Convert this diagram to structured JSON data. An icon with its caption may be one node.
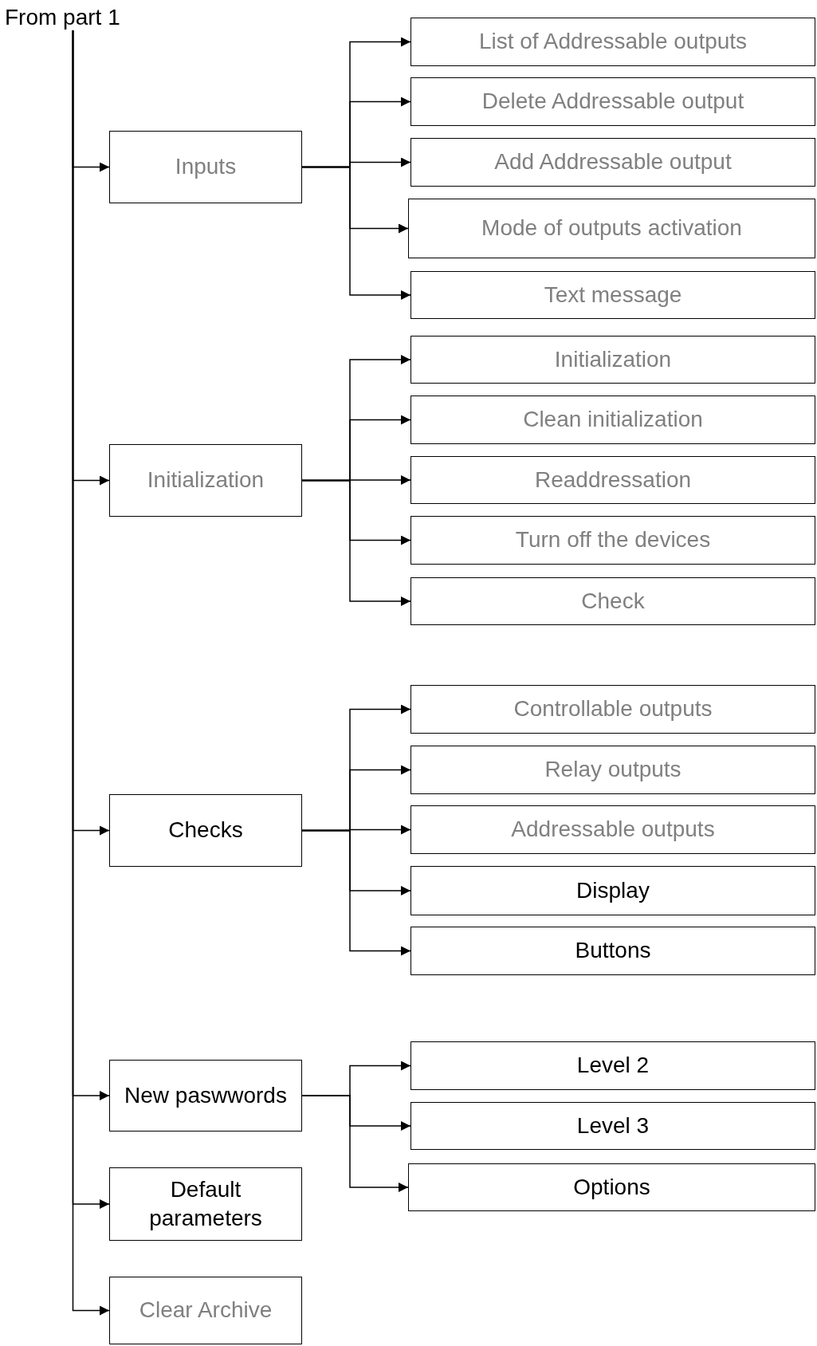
{
  "diagram": {
    "nodes": [
      {
        "text": [
          "From part 1"
        ]
      },
      {
        "text": [
          "Inputs"
        ]
      },
      {
        "text": [
          "List of Addressable outputs"
        ]
      },
      {
        "text": [
          "Delete Addressable output"
        ]
      },
      {
        "text": [
          "Add Addressable output"
        ]
      },
      {
        "text": [
          "Mode of outputs activation"
        ]
      },
      {
        "text": [
          "Text message"
        ]
      },
      {
        "text": [
          "Initialization"
        ]
      },
      {
        "text": [
          "Initialization"
        ]
      },
      {
        "text": [
          "Clean initialization"
        ]
      },
      {
        "text": [
          "Readdressation"
        ]
      },
      {
        "text": [
          "Turn off the devices"
        ]
      },
      {
        "text": [
          "Check"
        ]
      },
      {
        "text": [
          "Checks"
        ]
      },
      {
        "text": [
          "Controllable outputs"
        ]
      },
      {
        "text": [
          "Relay outputs"
        ]
      },
      {
        "text": [
          "Addressable outputs"
        ]
      },
      {
        "text": [
          "Display"
        ]
      },
      {
        "text": [
          "Buttons"
        ]
      },
      {
        "text": [
          "New paswwords"
        ]
      },
      {
        "text": [
          "Level 2"
        ]
      },
      {
        "text": [
          "Level 3"
        ]
      },
      {
        "text": [
          "Options"
        ]
      },
      {
        "text": [
          "Default parameters"
        ]
      },
      {
        "text": [
          "Clear Archive"
        ]
      }
    ],
    "edges": [
      {
        "from": 0,
        "to": 1,
        "arrow": "to"
      },
      {
        "from": 0,
        "to": 7,
        "arrow": "to"
      },
      {
        "from": 0,
        "to": 13,
        "arrow": "to"
      },
      {
        "from": 0,
        "to": 19,
        "arrow": "to"
      },
      {
        "from": 0,
        "to": 23,
        "arrow": "to"
      },
      {
        "from": 0,
        "to": 24,
        "arrow": "to"
      },
      {
        "from": 1,
        "to": 2,
        "arrow": "to"
      },
      {
        "from": 1,
        "to": 3,
        "arrow": "to"
      },
      {
        "from": 1,
        "to": 4,
        "arrow": "to"
      },
      {
        "from": 1,
        "to": 5,
        "arrow": "to"
      },
      {
        "from": 1,
        "to": 6,
        "arrow": "to"
      },
      {
        "from": 7,
        "to": 8,
        "arrow": "to"
      },
      {
        "from": 7,
        "to": 9,
        "arrow": "to"
      },
      {
        "from": 7,
        "to": 10,
        "arrow": "to"
      },
      {
        "from": 7,
        "to": 11,
        "arrow": "to"
      },
      {
        "from": 7,
        "to": 12,
        "arrow": "to"
      },
      {
        "from": 13,
        "to": 14,
        "arrow": "to"
      },
      {
        "from": 13,
        "to": 15,
        "arrow": "to"
      },
      {
        "from": 13,
        "to": 16,
        "arrow": "to"
      },
      {
        "from": 13,
        "to": 17,
        "arrow": "to"
      },
      {
        "from": 13,
        "to": 18,
        "arrow": "to"
      },
      {
        "from": 19,
        "to": 20,
        "arrow": "to"
      },
      {
        "from": 19,
        "to": 21,
        "arrow": "to"
      },
      {
        "from": 19,
        "to": 22,
        "arrow": "to"
      }
    ]
  }
}
